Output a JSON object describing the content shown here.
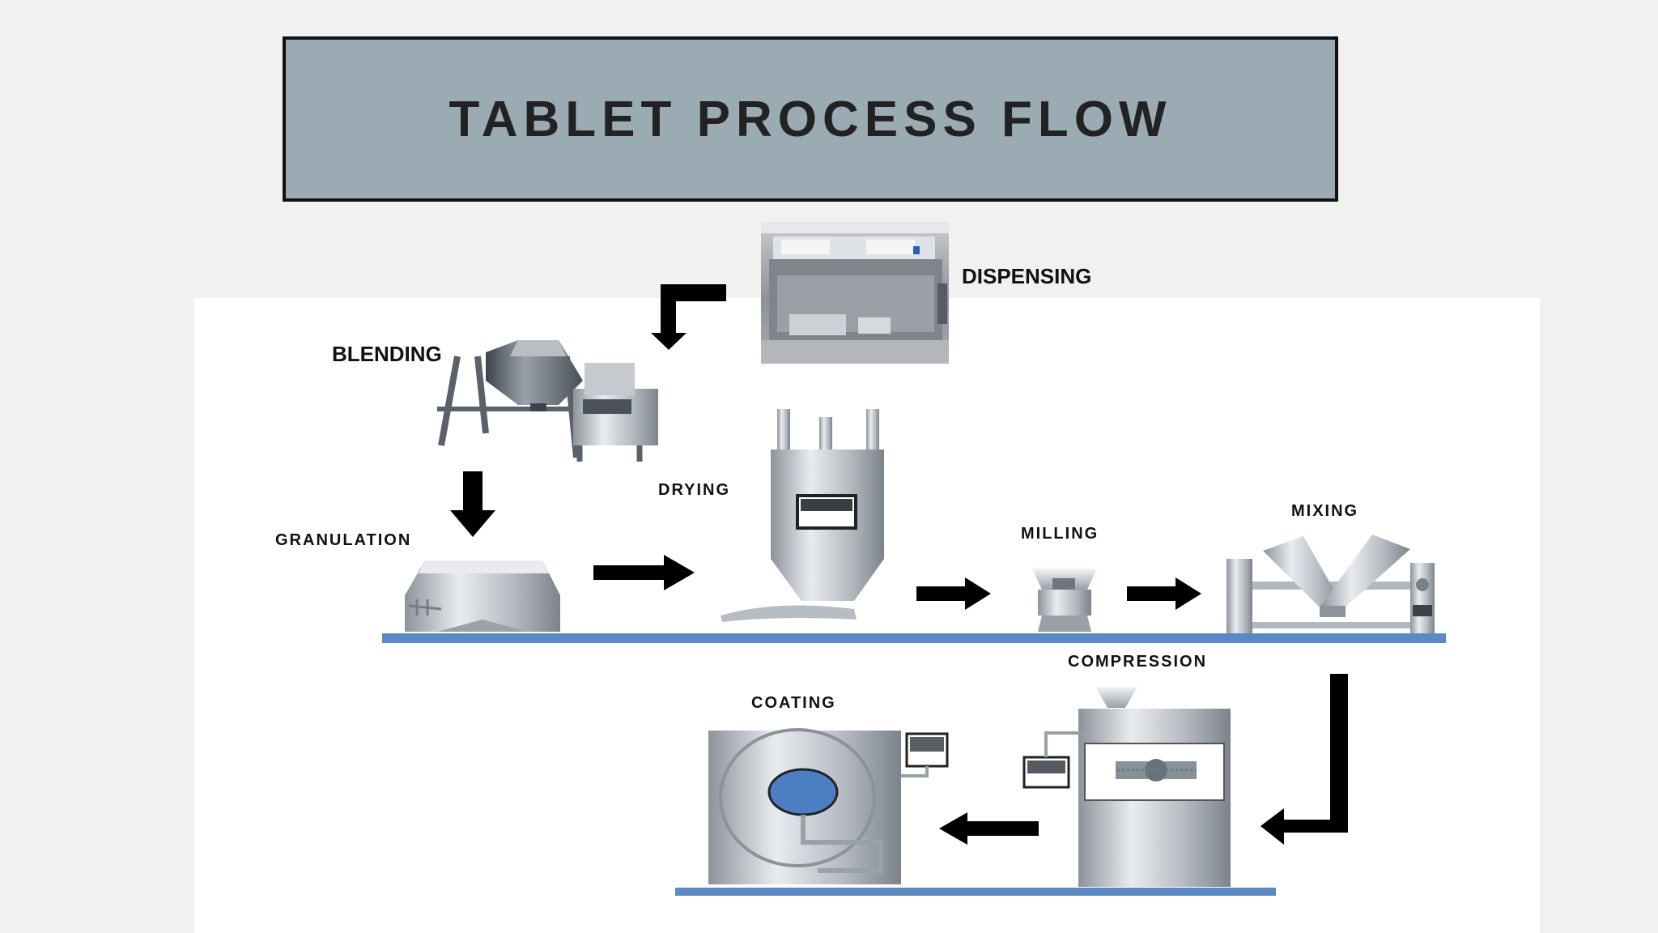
{
  "title": "TABLET PROCESS FLOW",
  "steps": {
    "dispensing": "DISPENSING",
    "blending": "BLENDING",
    "granulation": "GRANULATION",
    "drying": "DRYING",
    "milling": "MILLING",
    "mixing": "MIXING",
    "compression": "COMPRESSION",
    "coating": "COATING"
  },
  "colors": {
    "title_background": "#9aabb3",
    "conveyor": "#5a8ac6",
    "arrow": "#000000",
    "coating_window": "#4a7fc4"
  }
}
